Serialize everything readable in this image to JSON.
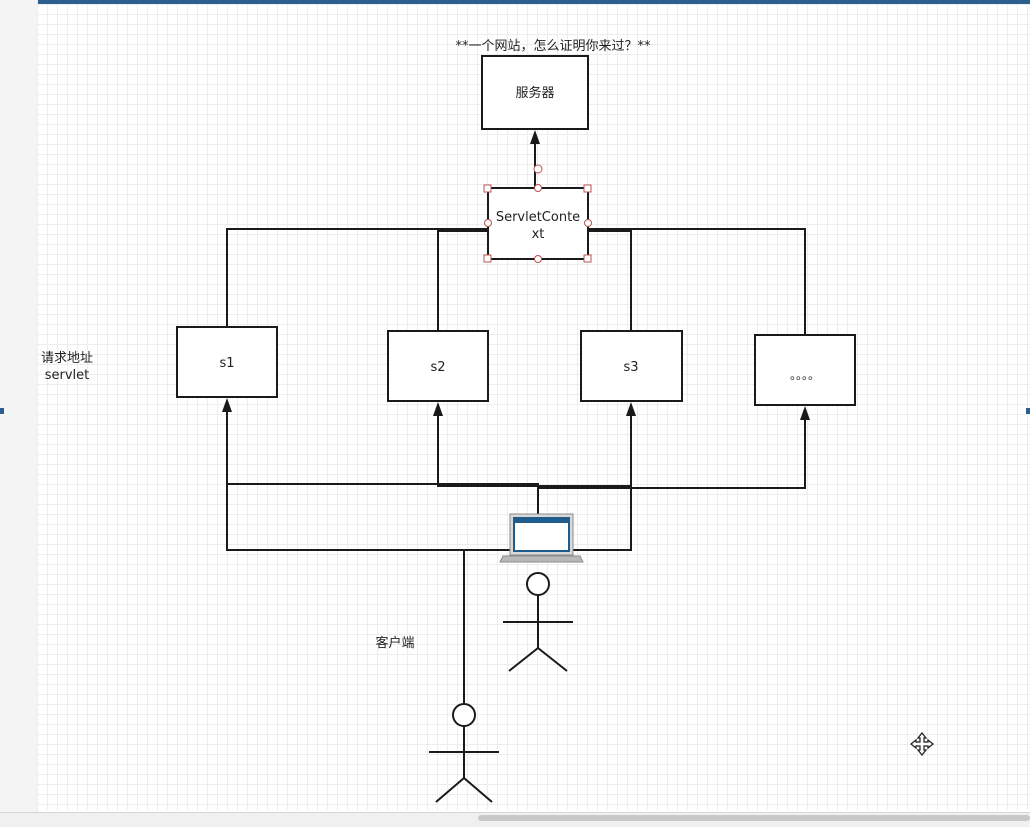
{
  "title": "**一个网站，怎么证明你来过？**",
  "nodes": {
    "server": "服务器",
    "context_line1": "ServletConte",
    "context_line2": "xt",
    "s1": "s1",
    "s2": "s2",
    "s3": "s3",
    "more": "。。。。"
  },
  "labels": {
    "request_line1": "请求地址",
    "request_line2": "servlet",
    "client": "客户端"
  },
  "icons": {
    "laptop": "laptop-icon",
    "person": "person-icon",
    "move_cursor": "move-cursor-icon"
  },
  "colors": {
    "stroke": "#1a1a1a",
    "selection_handle": "#b85450",
    "laptop_screen": "#1f5c8c",
    "window_accent": "#2b5f8e"
  }
}
